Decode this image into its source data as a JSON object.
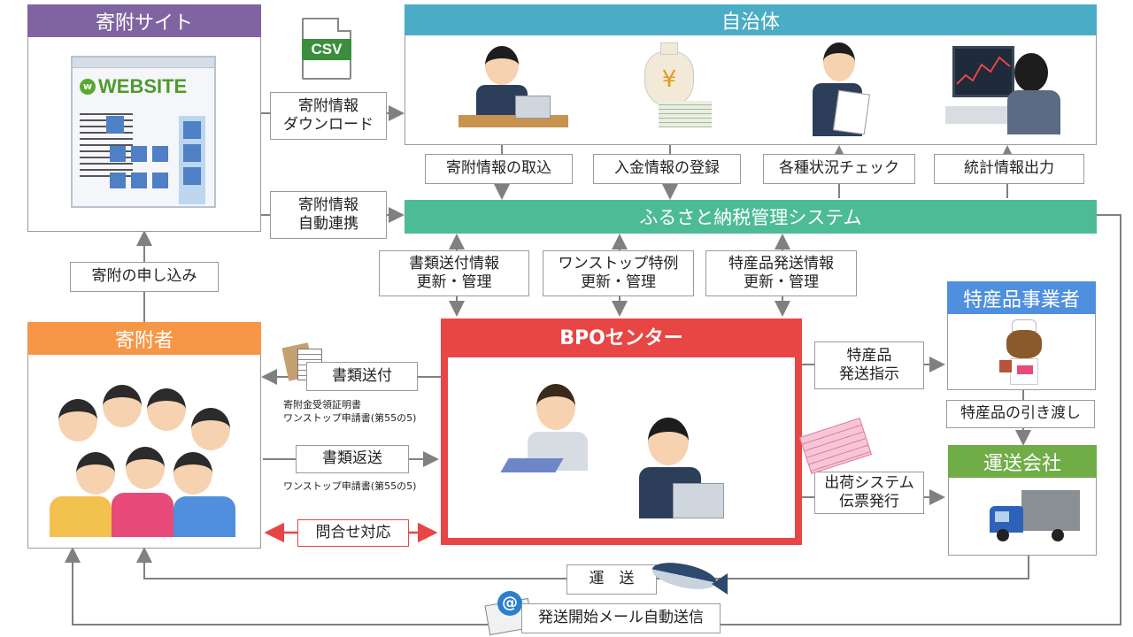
{
  "site": {
    "title": "寄附サイト",
    "website_text": "WEBSITE"
  },
  "gov": {
    "title": "自治体"
  },
  "csv": {
    "label": "CSV"
  },
  "labels": {
    "download": "寄附情報\nダウンロード",
    "auto_link": "寄附情報\n自動連携",
    "import": "寄附情報の取込",
    "deposit": "入金情報の登録",
    "status_check": "各種状況チェック",
    "stats": "統計情報出力",
    "apply": "寄附の申し込み",
    "docs_update": "書類送付情報\n更新・管理",
    "onestop_update": "ワンストップ特例\n更新・管理",
    "product_update": "特産品発送情報\n更新・管理",
    "send_docs": "書類送付",
    "return_docs": "書類返送",
    "inquiry": "問合せ対応",
    "ship_instruct": "特産品\n発送指示",
    "handover": "特産品の引き渡し",
    "slip_issue": "出荷システム\n伝票発行",
    "delivery": "運　送",
    "mail": "発送開始メール自動送信"
  },
  "notes": {
    "send_docs": "寄附金受領証明書\nワンストップ申請書(第55の5)",
    "return_docs": "ワンストップ申請書(第55の5)"
  },
  "system": {
    "title": "ふるさと納税管理システム"
  },
  "donor": {
    "title": "寄附者"
  },
  "bpo": {
    "title": "BPOセンター"
  },
  "producer": {
    "title": "特産品事業者"
  },
  "shipping": {
    "title": "運送会社"
  },
  "colors": {
    "site_header": "#8064a2",
    "gov_header": "#4bacc6",
    "system_bar": "#4dbb95",
    "donor_header": "#f79646",
    "bpo_red": "#e84545",
    "producer_header": "#4f8fde",
    "shipping_header": "#70ad47",
    "inquiry_red": "#e84545"
  },
  "icons": [
    "csv-file-icon",
    "website-illustration",
    "staff-laptop-icon",
    "money-bag-icon",
    "staff-document-icon",
    "analyst-monitor-icon",
    "donor-crowd-icon",
    "call-center-icon",
    "cow-mascot-icon",
    "delivery-truck-icon",
    "tuna-icon",
    "mail-icon",
    "document-package-icon",
    "shipping-slip-icon"
  ]
}
